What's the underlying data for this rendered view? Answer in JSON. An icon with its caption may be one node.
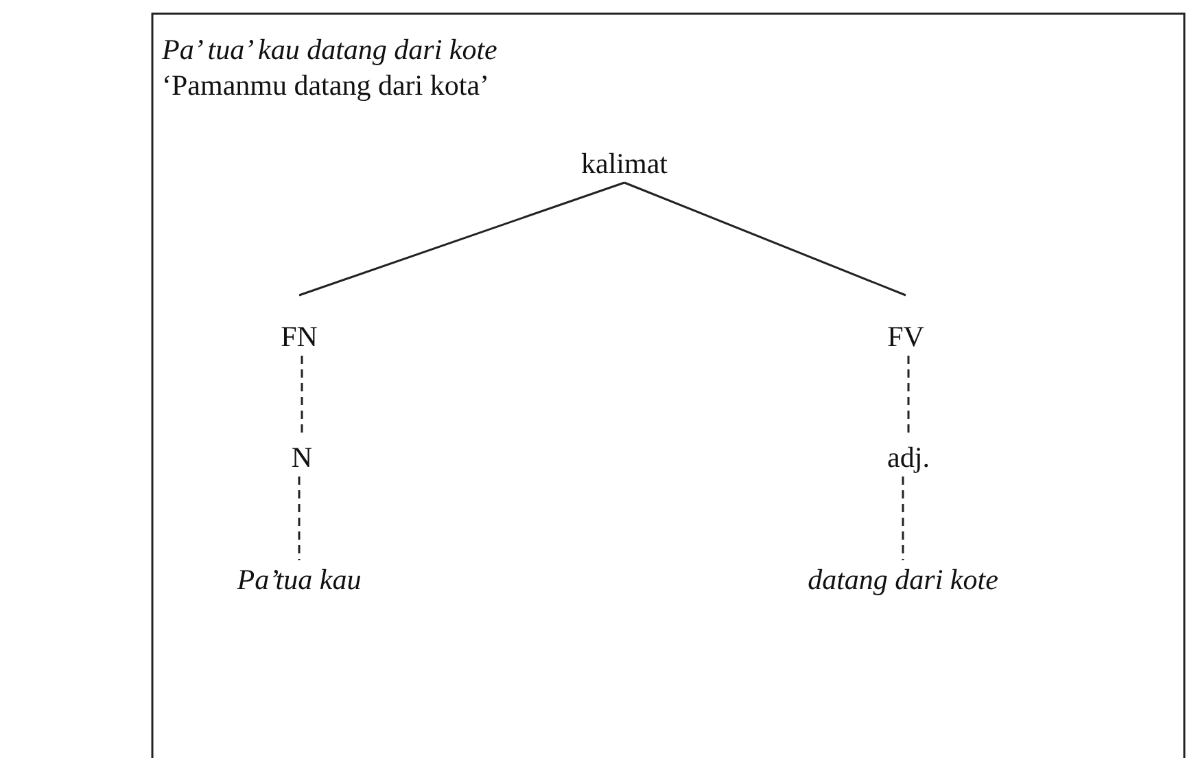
{
  "diagram": {
    "nodes": [
      {
        "text": [
          "kalimat"
        ]
      },
      {
        "text": [
          "FN"
        ]
      },
      {
        "text": [
          "FV"
        ]
      },
      {
        "text": [
          "N"
        ]
      },
      {
        "text": [
          "adj."
        ]
      },
      {
        "text": [
          "Pa’tua kau"
        ]
      },
      {
        "text": [
          "datang dari kote"
        ]
      }
    ],
    "edges": [
      {
        "from": 0,
        "to": 1,
        "arrow": "none"
      },
      {
        "from": 0,
        "to": 2,
        "arrow": "none"
      },
      {
        "from": 1,
        "to": 3,
        "arrow": "none",
        "style": "dashed"
      },
      {
        "from": 3,
        "to": 5,
        "arrow": "none",
        "style": "dashed"
      },
      {
        "from": 2,
        "to": 4,
        "arrow": "none",
        "style": "dashed"
      },
      {
        "from": 4,
        "to": 6,
        "arrow": "none",
        "style": "dashed"
      }
    ],
    "labels": [
      "Pa’ tua’ kau datang dari kote",
      "‘Pamanmu datang dari kota’"
    ]
  }
}
